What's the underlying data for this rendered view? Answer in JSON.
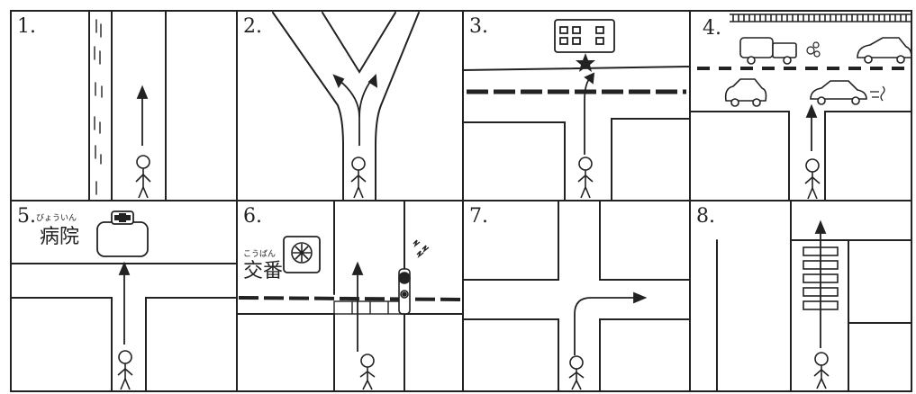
{
  "panels": [
    {
      "number": "1."
    },
    {
      "number": "2."
    },
    {
      "number": "3."
    },
    {
      "number": "4."
    },
    {
      "number": "5.",
      "sign": "病院",
      "furigana": "びょういん"
    },
    {
      "number": "6.",
      "sign": "交番",
      "furigana": "こうばん"
    },
    {
      "number": "7."
    },
    {
      "number": "8."
    }
  ],
  "colors": {
    "ink": "#222222",
    "paper": "#ffffff"
  }
}
